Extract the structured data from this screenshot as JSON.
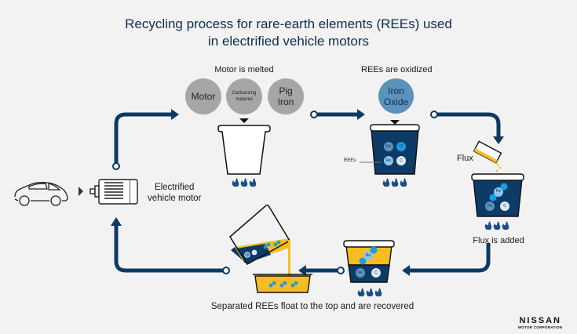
{
  "title": {
    "line1": "Recycling process for rare-earth elements (REEs) used",
    "line2": "in electrified vehicle motors"
  },
  "colors": {
    "navy": "#0d3a63",
    "dark_blue_liquid": "#0b3b66",
    "yellow_flux": "#f5bd1f",
    "gray_circle": "#a6a6a6",
    "iron_oxide_blue": "#5b93bd",
    "ree_bright_blue": "#1e9be0",
    "background": "#f2f2f2"
  },
  "steps": {
    "motor": {
      "label_line1": "Electrified",
      "label_line2": "vehicle motor"
    },
    "melt": {
      "label": "Motor is melted",
      "inputs": [
        {
          "line1": "Motor",
          "line2": ""
        },
        {
          "line1": "Carburizing",
          "line2": "material"
        },
        {
          "line1": "Pig",
          "line2": "Iron"
        }
      ]
    },
    "oxidize": {
      "label": "REEs are oxidized",
      "input": {
        "line1": "Iron",
        "line2": "Oxide"
      },
      "side_label": "REEs",
      "elements": [
        "Fe",
        "O",
        "Re",
        "C"
      ]
    },
    "flux": {
      "flux_label": "Flux",
      "label": "Flux is added",
      "elements": [
        "Re",
        "Fe",
        "C"
      ]
    },
    "separate": {
      "elements": [
        "Re",
        "Fe",
        "C"
      ]
    },
    "recover": {
      "label": "Separated REEs float to the top and are recovered"
    }
  },
  "logo": {
    "name": "NISSAN",
    "sub": "MOTOR CORPORATION"
  }
}
